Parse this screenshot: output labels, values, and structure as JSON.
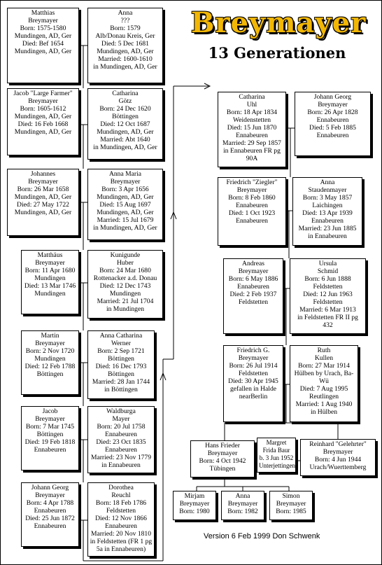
{
  "header": {
    "title": "Breymayer",
    "subtitle": "13 Generationen"
  },
  "footer": {
    "version": "Version 6 Feb 1999  Don Schwenk"
  },
  "people": [
    {
      "id": "matthias-1575",
      "lines": [
        "Matthias",
        "Breymayer",
        "Born: 1575-1580",
        "Mundingen, AD, Ger",
        "Died: Bef 1654",
        "Mundingen, AD, Ger"
      ]
    },
    {
      "id": "anna-1579",
      "lines": [
        "Anna",
        "???",
        "Born: 1579",
        "Alb/Donau Kreis, Ger",
        "Died: 5 Dec 1681",
        "Mundingen, AD, Ger",
        "Married: 1600-1610",
        "in Mundingen, AD, Ger"
      ]
    },
    {
      "id": "jacob-1605",
      "lines": [
        "Jacob \"Large Farmer\"",
        "Breymayer",
        "Born: 1605-1612",
        "Mundingen, AD, Ger",
        "Died: 16 Feb 1668",
        "Mundingen, AD, Ger"
      ]
    },
    {
      "id": "catharina-gotz",
      "lines": [
        "Catharina",
        "Götz",
        "Born: 24 Dec 1620",
        "Böttingen",
        "Died: 12 Oct 1687",
        "Mundingen, AD, Ger",
        "Married: Abt 1640",
        "in Mundingen, AD, Ger"
      ]
    },
    {
      "id": "johannes-1658",
      "lines": [
        "Johannes",
        "Breymayer",
        "Born: 26 Mar 1658",
        "Mundingen, AD, Ger",
        "Died: 27 May 1722",
        "Mundingen, AD, Ger"
      ]
    },
    {
      "id": "anna-maria-1656",
      "lines": [
        "Anna Maria",
        "Breymayer",
        "Born: 3 Apr 1656",
        "Mundingen, AD, Ger",
        "Died: 15 Aug 1697",
        "Mundingen, AD, Ger",
        "Married: 15 Jul 1679",
        "in Mundingen, AD, Ger"
      ]
    },
    {
      "id": "matthaus-1680",
      "lines": [
        "Matthäus",
        "Breymayer",
        "Born: 11 Apr 1680",
        "Mundingen",
        "Died: 13 Mar 1746",
        "Mundingen"
      ]
    },
    {
      "id": "kunigunde-huber",
      "lines": [
        "Kunigunde",
        "Huber",
        "Born: 24 Mar 1680",
        "Rottenacker a.d. Donau",
        "Died: 12 Dec 1743",
        "Mundingen",
        "Married: 21 Jul 1704",
        "in Mundingen"
      ]
    },
    {
      "id": "martin-1720",
      "lines": [
        "Martin",
        "Breymayer",
        "Born: 2 Nov 1720",
        "Mundingen",
        "Died: 12 Feb 1788",
        "Böttingen"
      ]
    },
    {
      "id": "anna-catharina-werner",
      "lines": [
        "Anna Catharina",
        "Werner",
        "Born: 2 Sep 1721",
        "Böttingen",
        "Died: 16 Dec 1793",
        "Böttingen",
        "Married: 28 Jan 1744",
        "in Böttingen"
      ]
    },
    {
      "id": "jacob-1745",
      "lines": [
        "Jacob",
        "Breymayer",
        "Born: 7 Mar 1745",
        "Böttingen",
        "Died: 19 Feb 1818",
        "Ennabeuren"
      ]
    },
    {
      "id": "walburga-mayer",
      "lines": [
        "Waldburga",
        "Mayer",
        "Born: 20 Jul 1758",
        "Ennabeuren",
        "Died: 23 Oct 1835",
        "Ennabeuren",
        "Married: 23 Nov 1779",
        "in Ennabeuren"
      ]
    },
    {
      "id": "johann-georg-1788",
      "lines": [
        "Johann Georg",
        "Breymayer",
        "Born: 4 Apr 1788",
        "Ennabeuren",
        "Died: 25 Jun 1872",
        "Ennabeuren"
      ]
    },
    {
      "id": "dorothea-reuchl",
      "lines": [
        "Dorothea",
        "Reuchl",
        "Born: 18 Feb 1786",
        "Feldstetten",
        "Died: 12 Nov 1866",
        "Ennabeuren",
        "Married: 20 Nov 1810",
        "in Feldstetten (FR 1 pg",
        "5a in Ennabeuren)"
      ]
    },
    {
      "id": "catharina-uhl",
      "lines": [
        "Catharina",
        "Uhl",
        "Born: 18 Apr 1834",
        "Weidenstetten",
        "Died: 15 Jun 1870",
        "Ennabeuren",
        "Married: 29 Sep 1857",
        "in Ennabeuren FR pg",
        "90A"
      ]
    },
    {
      "id": "johann-georg-1828",
      "lines": [
        "Johann Georg",
        "Breymayer",
        "Born: 26 Apr 1828",
        "Ennabeuren",
        "Died: 5 Feb 1885",
        "Ennabeuren"
      ]
    },
    {
      "id": "friedrich-ziegler",
      "lines": [
        "Friedrich \"Ziegler\"",
        "Breymayer",
        "Born: 8 Feb 1860",
        "Ennabeuren",
        "Died: 1 Oct 1923",
        "Ennabeuren"
      ]
    },
    {
      "id": "anna-staudenmayer",
      "lines": [
        "Anna",
        "Staudenmayer",
        "Born: 3 May 1857",
        "Laichingen",
        "Died: 13 Apr 1939",
        "Ennabeuren",
        "Married: 23 Jun 1885",
        "in Ennabeuren"
      ]
    },
    {
      "id": "andreas-1886",
      "lines": [
        "Andreas",
        "Breymayer",
        "Born: 6 May 1886",
        "Ennabeuren",
        "Died: 2 Feb 1937",
        "Feldstetten"
      ]
    },
    {
      "id": "ursula-schmid",
      "lines": [
        "Ursula",
        "Schmid",
        "Born: 6 Jun 1888",
        "Feldstetten",
        "Died: 12 Jun 1963",
        "Feldstetten",
        "Married: 6 Mar 1913",
        "in Feldstetten FR II pg",
        "432"
      ]
    },
    {
      "id": "friedrich-g-1914",
      "lines": [
        "Friedrich G.",
        "Breymayer",
        "Born: 26 Jul 1914",
        "Feldstetten",
        "Died: 30 Apr 1945",
        "gefallen in Halde",
        "nearBerlin"
      ]
    },
    {
      "id": "ruth-kullen",
      "lines": [
        "Ruth",
        "Kullen",
        "Born: 27 Mar 1914",
        "Hülben by Urach, Ba-",
        "Wü",
        "Died: 7 Aug 1995",
        "Reutlingen",
        "Married: 1 Aug 1940",
        "in Hülben"
      ]
    },
    {
      "id": "hans-frieder",
      "lines": [
        "Hans Frieder",
        "Breymayer",
        "Born: 4 Oct 1942",
        "Tübingen"
      ]
    },
    {
      "id": "margret-baur",
      "lines": [
        "Margret",
        "Frida Baur",
        "b. 3 Jun 1952",
        "Unterjettingen"
      ]
    },
    {
      "id": "reinhard-gelehrter",
      "lines": [
        "Reinhard \"Gelehrter\"",
        "Breymayer",
        "Born: 4 Jun 1944",
        "Urach/Wuerttemberg"
      ]
    },
    {
      "id": "mirjam",
      "lines": [
        "Mirjam",
        "Breymayer",
        "Born: 1980"
      ]
    },
    {
      "id": "anna-1982",
      "lines": [
        "Anna",
        "Breymayer",
        "Born: 1982"
      ]
    },
    {
      "id": "simon",
      "lines": [
        "Simon",
        "Breymayer",
        "Born: 1985"
      ]
    }
  ]
}
